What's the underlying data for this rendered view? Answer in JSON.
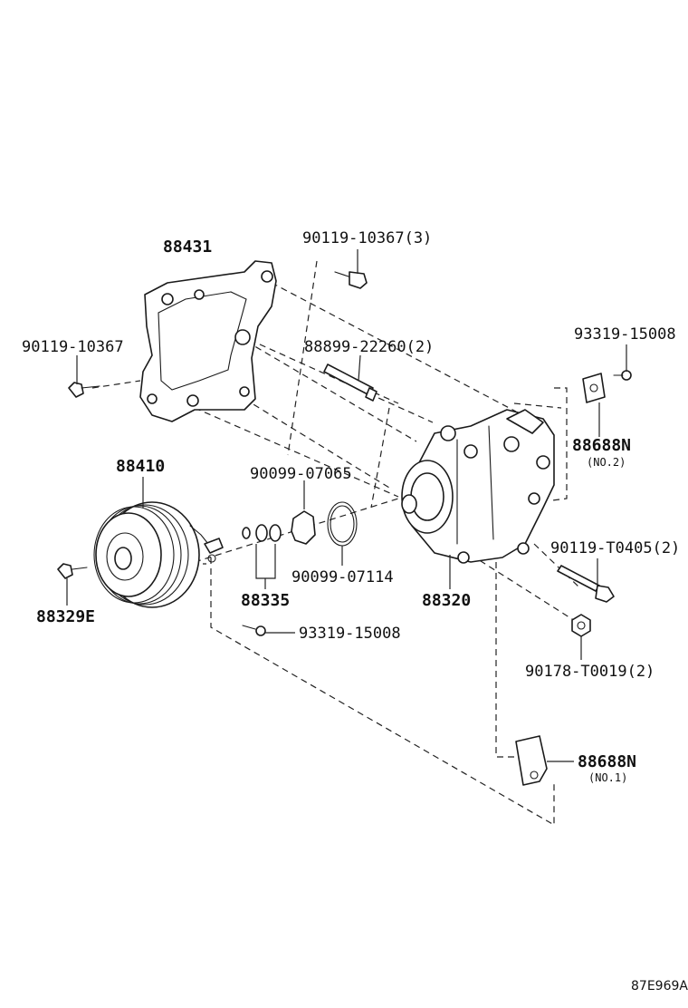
{
  "diagram_id": "87E969A",
  "labels": {
    "bracket": "88431",
    "bolt_top": "90119-10367(3)",
    "bolt_left": "90119-10367",
    "stud": "88899-22260(2)",
    "screw_top_right": "93319-15008",
    "bracket_no2": "88688N",
    "bracket_no2_note": "(NO.2)",
    "clutch": "88410",
    "ring_a": "90099-07065",
    "ring_b": "90099-07114",
    "shim": "88335",
    "compressor": "88320",
    "bolt_long": "90119-T0405(2)",
    "nut": "90178-T0019(2)",
    "clutch_bolt": "88329E",
    "screw_bottom": "93319-15008",
    "bracket_no1": "88688N",
    "bracket_no1_note": "(NO.1)"
  }
}
